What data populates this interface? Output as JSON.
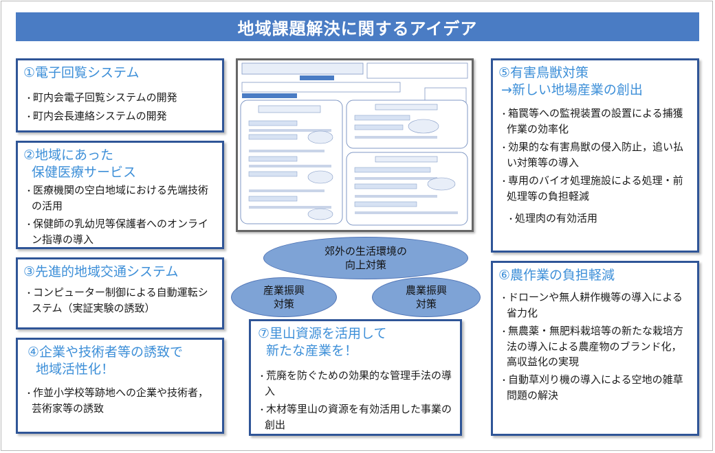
{
  "title": "地域課題解決に関するアイデア",
  "cards": {
    "c1": {
      "title": "①電子回覧システム",
      "items": [
        "町内会電子回覧システムの開発",
        "町内会長連絡システムの開発"
      ]
    },
    "c2": {
      "title_line1": "②地域にあった",
      "title_line2": "保健医療サービス",
      "items": [
        "医療機関の空白地域における先端技術の活用",
        "保健師の乳幼児等保護者へのオンライン指導の導入"
      ]
    },
    "c3": {
      "title": "③先進的地域交通システム",
      "items": [
        "コンピューター制御による自動運転システム（実証実験の誘致）"
      ]
    },
    "c4": {
      "title_line1": "④企業や技術者等の誘致で",
      "title_line2": "地域活性化！",
      "items": [
        "作並小学校等跡地への企業や技術者，芸術家等の誘致"
      ]
    },
    "c5": {
      "title_line1": "⑤有害鳥獣対策",
      "title_line2": "→新しい地場産業の創出",
      "items": [
        "箱罠等への監視装置の設置による捕獲作業の効率化",
        "効果的な有害鳥獣の侵入防止，追い払い対策等の導入",
        "専用のバイオ処理施設による処理・前処理等の負担軽減",
        "処理肉の有効活用"
      ]
    },
    "c6": {
      "title": "⑥農作業の負担軽減",
      "items": [
        "ドローンや無人耕作機等の導入による省力化",
        "無農薬・無肥料栽培等の新たな栽培方法の導入による農産物のブランド化，高収益化の実現",
        "自動草刈り機の導入による空地の雑草問題の解決"
      ]
    },
    "c7": {
      "title_line1": "⑦里山資源を活用して",
      "title_line2": "新たな産業を！",
      "items": [
        "荒廃を防ぐための効果的な管理手法の導入",
        "木材等里山の資源を有効活用した事業の創出"
      ]
    }
  },
  "ellipses": {
    "top": {
      "line1": "郊外の生活環境の",
      "line2": "向上対策"
    },
    "left": {
      "line1": "産業振興",
      "line2": "対策"
    },
    "right": {
      "line1": "農業振興",
      "line2": "対策"
    }
  }
}
